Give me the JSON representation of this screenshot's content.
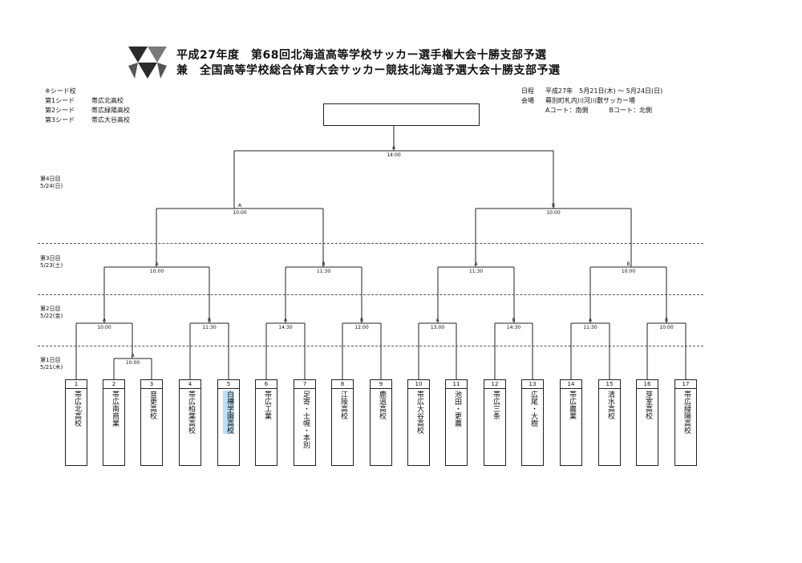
{
  "header": {
    "title_line1": "平成27年度　第68回北海道高等学校サッカー選手権大会十勝支部予選",
    "title_line2": "兼　全国高等学校総合体育大会サッカー競技北海道予選大会十勝支部予選"
  },
  "seeds": {
    "heading": "※シード校",
    "items": [
      {
        "label": "第1シード",
        "school": "帯広北高校"
      },
      {
        "label": "第2シード",
        "school": "帯広緑陽高校"
      },
      {
        "label": "第3シード",
        "school": "帯広大谷高校"
      }
    ]
  },
  "schedule": {
    "date_label": "日程",
    "date_value": "平成27年　5月21日(木) ～ 5月24日(日)",
    "venue_label": "会場",
    "venue_value": "幕別町札内川河川敷サッカー場",
    "court_a": "Aコート：南側",
    "court_b": "Bコート：北側"
  },
  "days": [
    {
      "day": "第4日目",
      "date": "5/24(日)"
    },
    {
      "day": "第3日目",
      "date": "5/23(土)"
    },
    {
      "day": "第2日目",
      "date": "5/22(金)"
    },
    {
      "day": "第1日目",
      "date": "5/21(木)"
    }
  ],
  "teams": [
    {
      "num": "1",
      "name": "帯広北高校"
    },
    {
      "num": "2",
      "name": "帯広南商業"
    },
    {
      "num": "3",
      "name": "音更高校"
    },
    {
      "num": "4",
      "name": "帯広柏葉高校"
    },
    {
      "num": "5",
      "name": "白樺学園高校"
    },
    {
      "num": "6",
      "name": "帯広工業"
    },
    {
      "num": "7",
      "name": "足寄・士幌・本別"
    },
    {
      "num": "8",
      "name": "江陵高校"
    },
    {
      "num": "9",
      "name": "鹿追高校"
    },
    {
      "num": "10",
      "name": "帯広大谷高校"
    },
    {
      "num": "11",
      "name": "池田・更農"
    },
    {
      "num": "12",
      "name": "帯広三条"
    },
    {
      "num": "13",
      "name": "広尾・大樹"
    },
    {
      "num": "14",
      "name": "帯広農業"
    },
    {
      "num": "15",
      "name": "清水高校"
    },
    {
      "num": "16",
      "name": "芽室高校"
    },
    {
      "num": "17",
      "name": "帯広緑陽高校"
    }
  ],
  "matches": [
    {
      "court": "A",
      "time": "10:00"
    },
    {
      "court": "A",
      "time": "10:00"
    },
    {
      "court": "B",
      "time": "11:30"
    },
    {
      "court": "A",
      "time": "14:30"
    },
    {
      "court": "B",
      "time": "12:00"
    },
    {
      "court": "A",
      "time": "13:00"
    },
    {
      "court": "B",
      "time": "14:30"
    },
    {
      "court": "A",
      "time": "11:30"
    },
    {
      "court": "B",
      "time": "10:00"
    },
    {
      "court": "A",
      "time": "10:00"
    },
    {
      "court": "B",
      "time": "11:30"
    },
    {
      "court": "A",
      "time": "11:30"
    },
    {
      "court": "B",
      "time": "10:00"
    },
    {
      "court": "A",
      "time": "10:00"
    },
    {
      "court": "B",
      "time": "10:00"
    },
    {
      "court": "A",
      "time": "14:00"
    }
  ],
  "champion": ""
}
